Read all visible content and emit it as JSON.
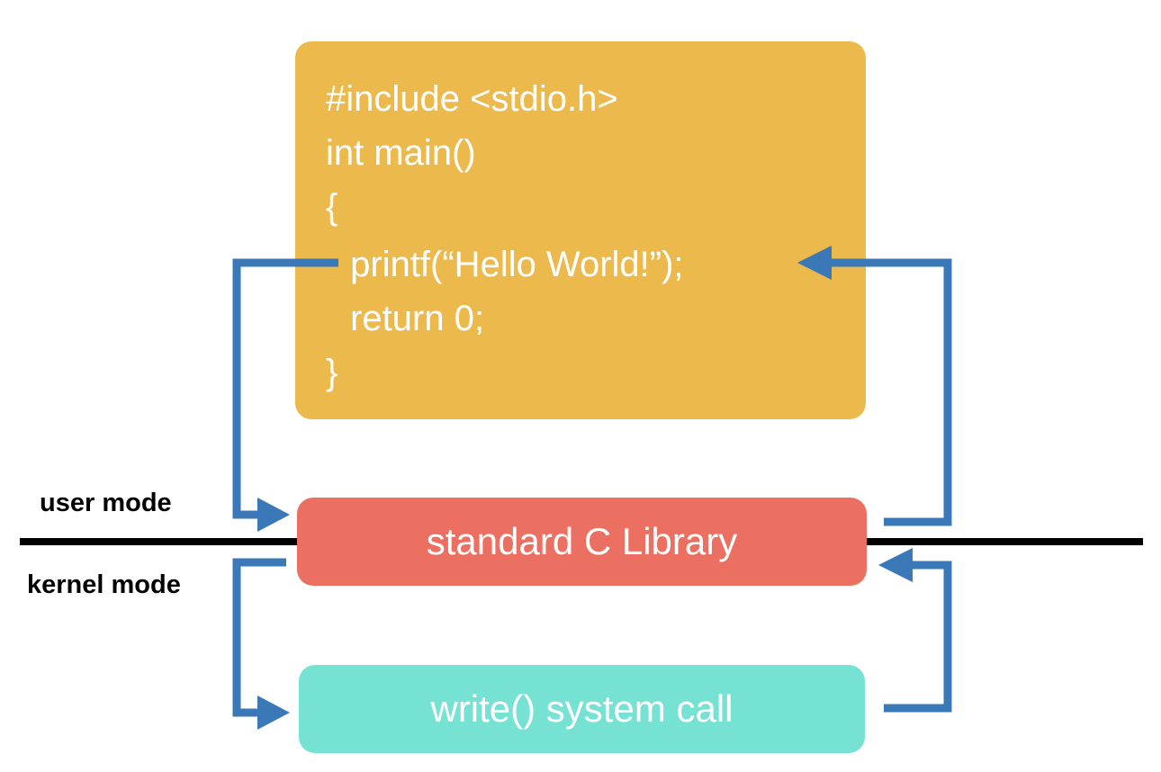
{
  "code": {
    "lines": [
      "#include <stdio.h>",
      "int main()",
      "{",
      " printf(“Hello World!”);",
      " return 0;",
      "}"
    ]
  },
  "library": {
    "label": "standard C Library"
  },
  "syscall": {
    "label": "write() system call"
  },
  "modes": {
    "user": "user mode",
    "kernel": "kernel mode"
  },
  "colors": {
    "code_box": "#ecb94d",
    "library_box": "#eb7061",
    "syscall_box": "#76e2d3",
    "arrow": "#3a78b7",
    "divider": "#000000"
  }
}
